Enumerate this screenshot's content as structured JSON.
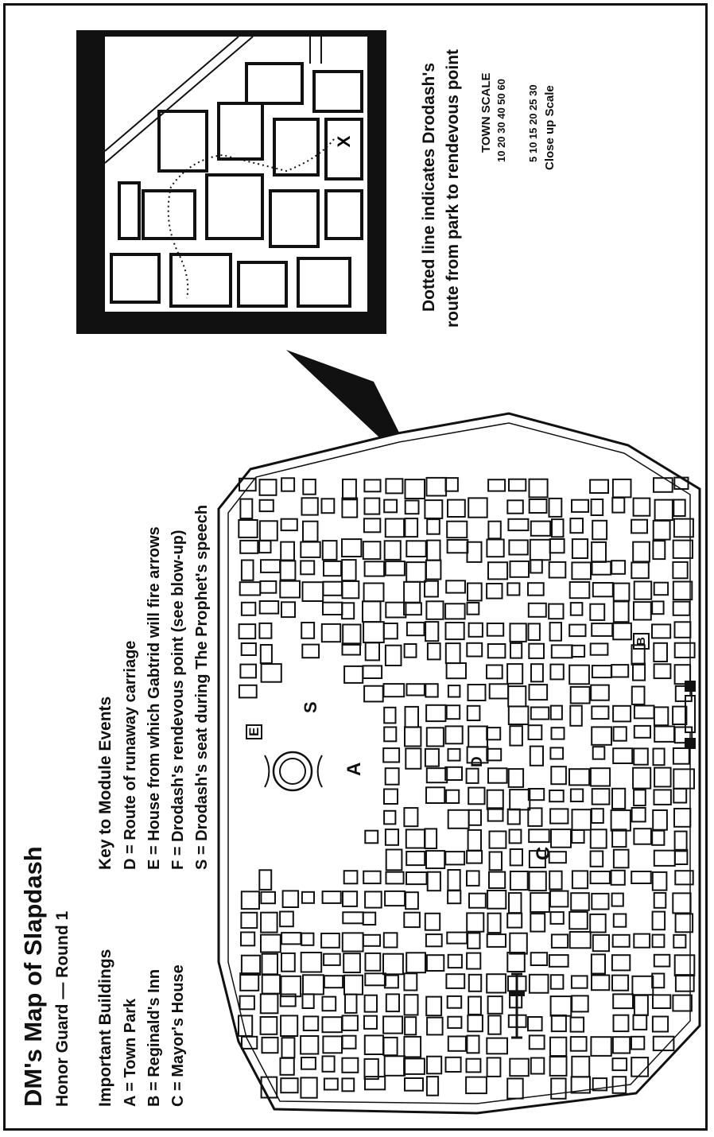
{
  "map": {
    "title": "DM's Map of Slapdash",
    "subtitle": "Honor Guard — Round 1",
    "buildings": {
      "heading": "Important Buildings",
      "items": [
        "A = Town Park",
        "B = Reginald's Inn",
        "C = Mayor's House"
      ]
    },
    "events": {
      "heading": "Key to Module Events",
      "items": [
        "D = Route of runaway carriage",
        "E = House from which Gabtrid will fire arrows",
        "F = Drodash's rendevous point (see blow-up)",
        "S = Drodash's seat during The Prophet's speech"
      ]
    },
    "caption": [
      "Dotted line indicates Drodash's",
      "route from park to rendevous point"
    ],
    "scale": {
      "town_label": "TOWN SCALE",
      "town_ticks": "10 20 30 40 50 60",
      "close_ticks": "5 10 15 20 25 30",
      "close_label": "Close up Scale"
    },
    "markers": [
      "A",
      "B",
      "C",
      "D",
      "E",
      "S",
      "X"
    ]
  }
}
